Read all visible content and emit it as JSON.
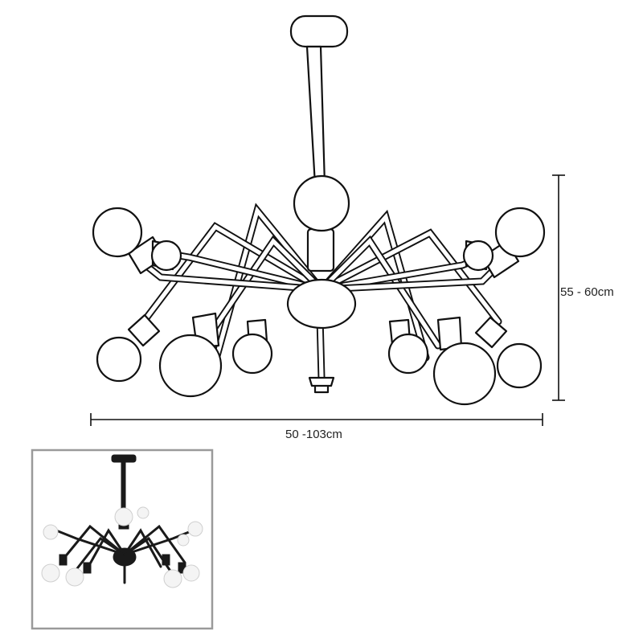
{
  "dimensions": {
    "height_label": "55 - 60cm",
    "width_label": "50 -103cm"
  },
  "colors": {
    "line": "#111111",
    "background": "#ffffff",
    "thumbnail_border": "#9a9a9a",
    "thumbnail_fixture": "#1a1a1a"
  },
  "thumbnail": {
    "kind": "product-photo-chandelier"
  }
}
